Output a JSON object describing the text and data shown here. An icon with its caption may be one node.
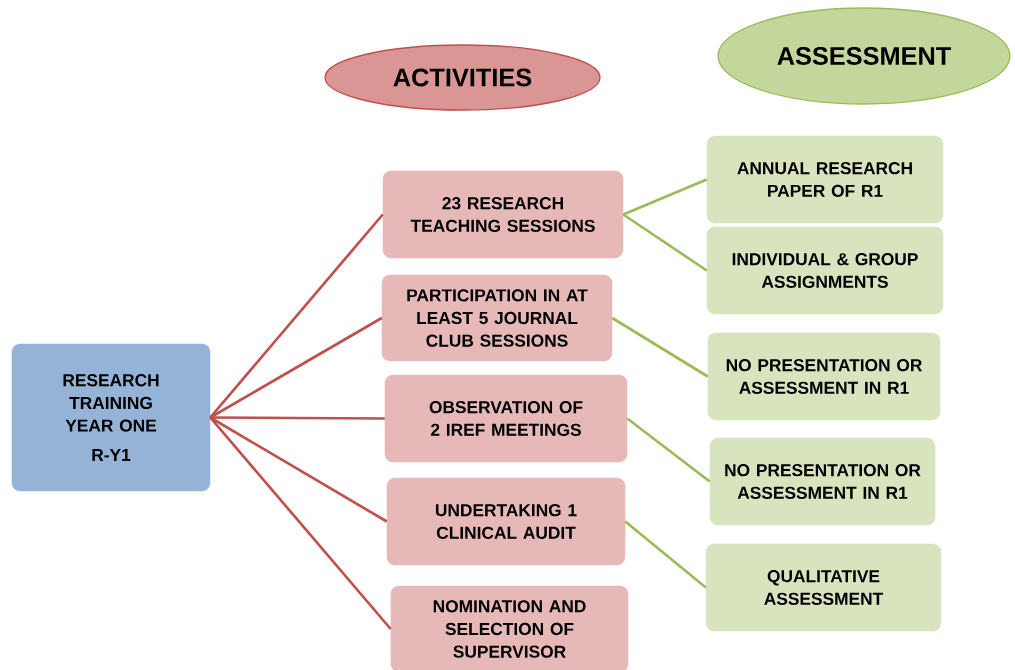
{
  "diagram": {
    "nodes": [
      {
        "text": [
          "ACTIVITIES"
        ]
      },
      {
        "text": [
          "ASSESSMENT"
        ]
      },
      {
        "text": [
          "RESEARCH TRAINING YEAR ONE",
          "R-Y1"
        ]
      },
      {
        "text": [
          "23 RESEARCH TEACHING SESSIONS"
        ]
      },
      {
        "text": [
          "PARTICIPATION IN AT LEAST 5 JOURNAL CLUB SESSIONS"
        ]
      },
      {
        "text": [
          "OBSERVATION OF 2 IREF MEETINGS"
        ]
      },
      {
        "text": [
          "UNDERTAKING 1 CLINICAL AUDIT"
        ]
      },
      {
        "text": [
          "NOMINATION AND SELECTION OF SUPERVISOR"
        ]
      },
      {
        "text": [
          "ANNUAL RESEARCH PAPER OF R1"
        ]
      },
      {
        "text": [
          "INDIVIDUAL & GROUP ASSIGNMENTS"
        ]
      },
      {
        "text": [
          "NO PRESENTATION OR ASSESSMENT IN R1"
        ]
      },
      {
        "text": [
          "NO PRESENTATION OR ASSESSMENT IN R1"
        ]
      },
      {
        "text": [
          "QUALITATIVE ASSESSMENT"
        ]
      }
    ],
    "edges": [
      {
        "from": 2,
        "to": 3,
        "arrow": "none",
        "color": "#c0504d"
      },
      {
        "from": 2,
        "to": 4,
        "arrow": "none",
        "color": "#c0504d"
      },
      {
        "from": 2,
        "to": 5,
        "arrow": "none",
        "color": "#c0504d"
      },
      {
        "from": 2,
        "to": 6,
        "arrow": "none",
        "color": "#c0504d"
      },
      {
        "from": 2,
        "to": 7,
        "arrow": "none",
        "color": "#c0504d"
      },
      {
        "from": 3,
        "to": 8,
        "arrow": "none",
        "color": "#9bbb59"
      },
      {
        "from": 3,
        "to": 9,
        "arrow": "none",
        "color": "#9bbb59"
      },
      {
        "from": 4,
        "to": 10,
        "arrow": "none",
        "color": "#9bbb59"
      },
      {
        "from": 5,
        "to": 11,
        "arrow": "none",
        "color": "#9bbb59"
      },
      {
        "from": 6,
        "to": 12,
        "arrow": "none",
        "color": "#9bbb59"
      }
    ]
  }
}
